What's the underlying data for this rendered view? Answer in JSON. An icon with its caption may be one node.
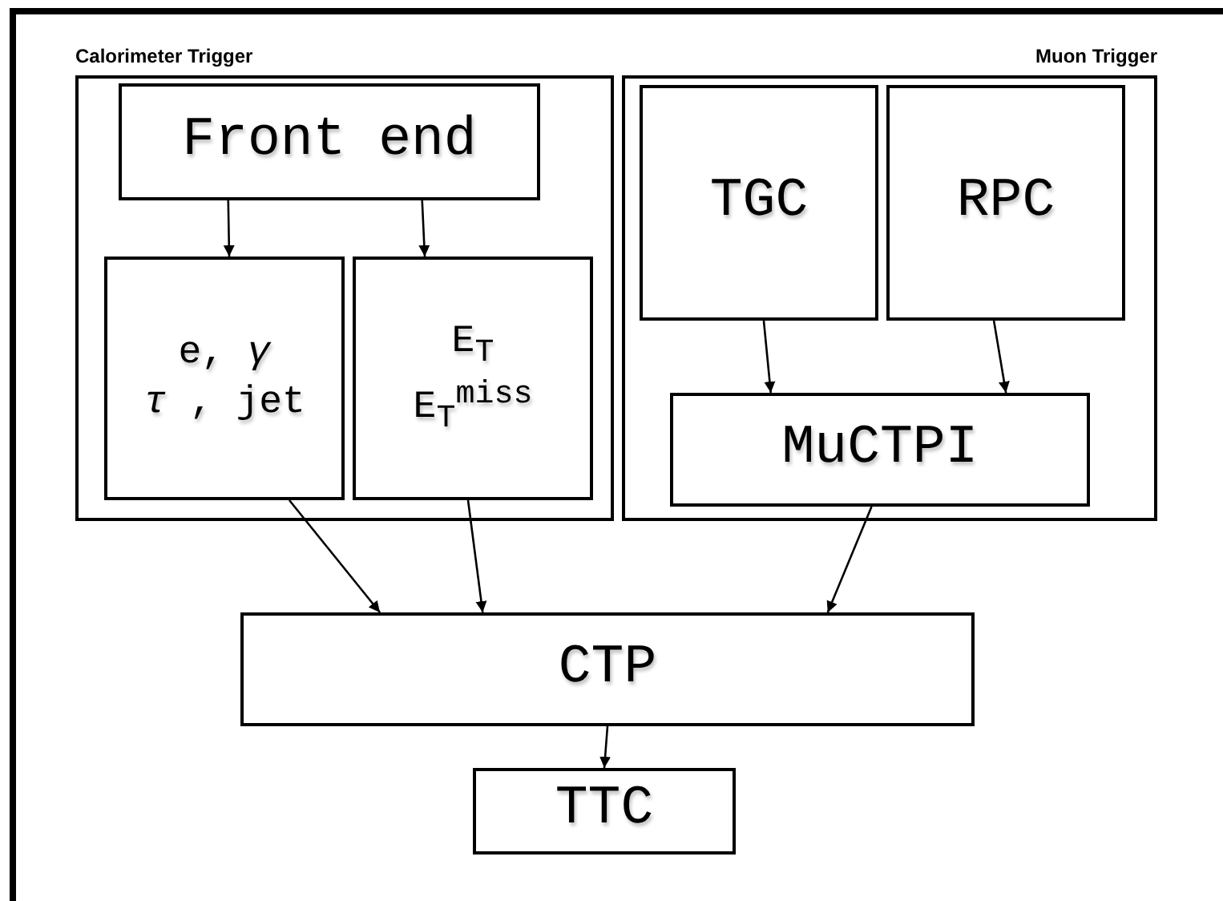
{
  "diagram": {
    "nodes": [
      {
        "text": [
          "Calorimeter Trigger"
        ]
      },
      {
        "text": [
          "Front end"
        ],
        "in": 0
      },
      {
        "text": [
          "e, *γ*",
          "*τ* , jet"
        ],
        "in": 0
      },
      {
        "text": [
          "E$_{T}$",
          "E$_{T}$$^{miss}$"
        ],
        "in": 0
      },
      {
        "text": [
          "Muon Trigger"
        ]
      },
      {
        "text": [
          "TGC"
        ],
        "in": 4
      },
      {
        "text": [
          "RPC"
        ],
        "in": 4
      },
      {
        "text": [
          "MuCTPI"
        ],
        "in": 4
      },
      {
        "text": [
          "CTP"
        ]
      },
      {
        "text": [
          "TTC"
        ]
      }
    ],
    "edges": [
      {
        "from": 1,
        "to": 2,
        "arrow": "to"
      },
      {
        "from": 1,
        "to": 3,
        "arrow": "to"
      },
      {
        "from": 5,
        "to": 7,
        "arrow": "to"
      },
      {
        "from": 6,
        "to": 7,
        "arrow": "to"
      },
      {
        "from": 2,
        "to": 8,
        "arrow": "to"
      },
      {
        "from": 3,
        "to": 8,
        "arrow": "to"
      },
      {
        "from": 7,
        "to": 8,
        "arrow": "to"
      },
      {
        "from": 8,
        "to": 9,
        "arrow": "to"
      }
    ]
  }
}
